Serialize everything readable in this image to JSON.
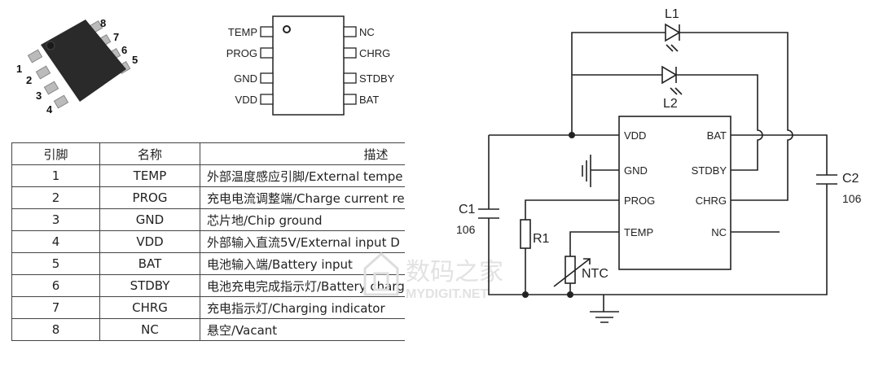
{
  "chip_photo": {
    "pin_numbers": [
      "1",
      "2",
      "3",
      "4",
      "5",
      "6",
      "7",
      "8"
    ]
  },
  "pinout": {
    "left_pins": [
      "TEMP",
      "PROG",
      "GND",
      "VDD"
    ],
    "right_pins": [
      "NC",
      "CHRG",
      "STDBY",
      "BAT"
    ]
  },
  "table": {
    "headers": [
      "引脚",
      "名称",
      "描述"
    ],
    "rows": [
      {
        "pin": "1",
        "name": "TEMP",
        "desc": "外部温度感应引脚/External tempe"
      },
      {
        "pin": "2",
        "name": "PROG",
        "desc": "充电电流调整端/Charge current re"
      },
      {
        "pin": "3",
        "name": "GND",
        "desc": "芯片地/Chip ground"
      },
      {
        "pin": "4",
        "name": "VDD",
        "desc": "外部输入直流5V/External input D"
      },
      {
        "pin": "5",
        "name": "BAT",
        "desc": "电池输入端/Battery input"
      },
      {
        "pin": "6",
        "name": "STDBY",
        "desc": "电池充电完成指示灯/Battery charg"
      },
      {
        "pin": "7",
        "name": "CHRG",
        "desc": "充电指示灯/Charging indicator"
      },
      {
        "pin": "8",
        "name": "NC",
        "desc": "悬空/Vacant"
      }
    ]
  },
  "schematic": {
    "ic_left_pins": [
      "VDD",
      "GND",
      "PROG",
      "TEMP"
    ],
    "ic_right_pins": [
      "BAT",
      "STDBY",
      "CHRG",
      "NC"
    ],
    "led1": "L1",
    "led2": "L2",
    "c1": {
      "name": "C1",
      "value": "106"
    },
    "c2": {
      "name": "C2",
      "value": "106"
    },
    "r1": "R1",
    "ntc": "NTC"
  },
  "watermark": {
    "cn": "数码之家",
    "en": "MYDIGIT.NET"
  }
}
